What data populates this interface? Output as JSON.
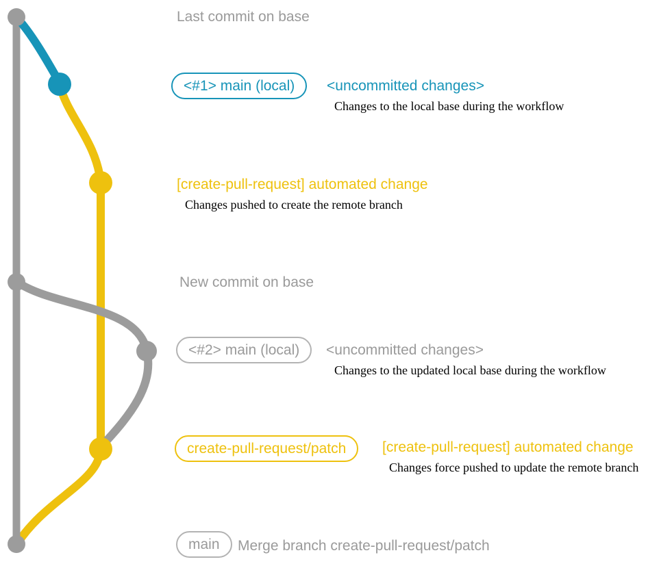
{
  "colors": {
    "blue": "#1794b8",
    "yellow": "#eec10e",
    "gray": "#9c9c9c",
    "gray_border": "#b3b3b3",
    "text": "#000000"
  },
  "graph": {
    "nodes": [
      {
        "order": 1,
        "color": "gray",
        "annotation": "Last commit on base"
      },
      {
        "order": 2,
        "color": "blue",
        "annotation": "<#1> main (local)"
      },
      {
        "order": 3,
        "color": "yellow",
        "annotation": "[create-pull-request] automated change"
      },
      {
        "order": 4,
        "color": "gray",
        "annotation": "New commit on base"
      },
      {
        "order": 5,
        "color": "gray",
        "annotation": "<#2> main (local)"
      },
      {
        "order": 6,
        "color": "yellow",
        "annotation": "create-pull-request/patch"
      },
      {
        "order": 7,
        "color": "gray",
        "annotation": "Merge branch create-pull-request/patch"
      }
    ]
  },
  "sections": {
    "last_commit": {
      "title": "Last commit on base"
    },
    "local_main_1": {
      "badge": "<#1> main (local)",
      "label": "<uncommitted changes>",
      "description": "Changes to the local base during the workflow"
    },
    "automated_change_1": {
      "label": "[create-pull-request] automated change",
      "description": "Changes pushed to create the remote branch"
    },
    "new_commit": {
      "title": "New commit on base"
    },
    "local_main_2": {
      "badge": "<#2> main (local)",
      "label": "<uncommitted changes>",
      "description": "Changes to the updated local base during the workflow"
    },
    "automated_change_2": {
      "badge": "create-pull-request/patch",
      "label": "[create-pull-request] automated change",
      "description": "Changes force pushed to update the remote branch"
    },
    "merge": {
      "badge": "main",
      "label": "Merge branch create-pull-request/patch"
    }
  }
}
